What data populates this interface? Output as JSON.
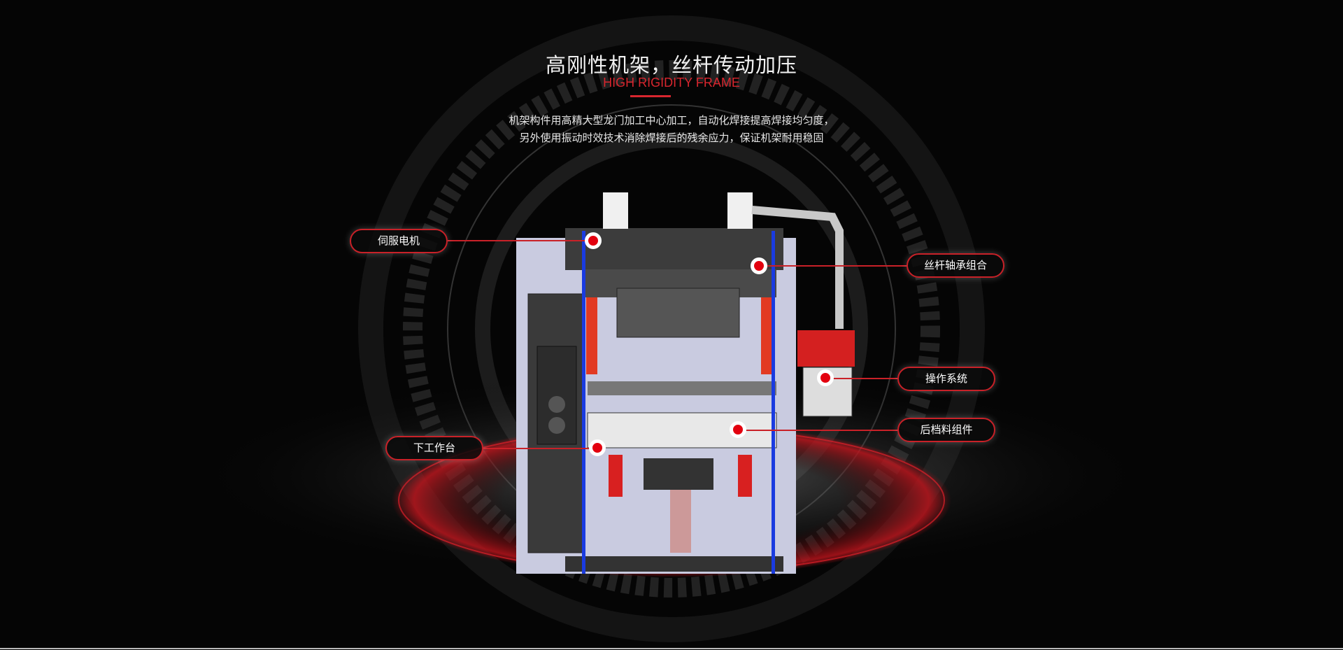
{
  "header": {
    "title": "高刚性机架，丝杆传动加压",
    "subtitle": "HIGH RIGIDITY FRAME",
    "description": [
      "机架构件用高精大型龙门加工中心加工，自动化焊接提高焊接均匀度，",
      "另外使用振动时效技术消除焊接后的残余应力，保证机架耐用稳固"
    ]
  },
  "callouts": [
    {
      "label": "伺服电机"
    },
    {
      "label": "丝杆轴承组合"
    },
    {
      "label": "操作系统"
    },
    {
      "label": "后档料组件"
    },
    {
      "label": "下工作台"
    }
  ],
  "colors": {
    "accent": "#d8262e",
    "background": "#050505"
  }
}
